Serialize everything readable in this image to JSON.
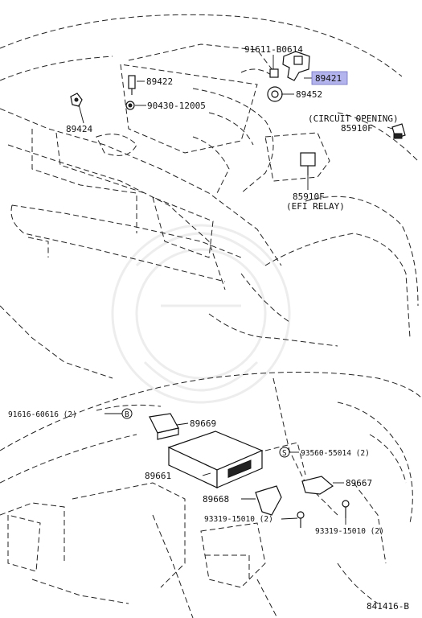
{
  "parts": {
    "p91611": "91611-B0614",
    "p89422": "89422",
    "p89421": "89421",
    "p90430": "90430-12005",
    "p89452": "89452",
    "p89424": "89424",
    "circuit_opening": "(CIRCUIT OPENING)",
    "p85910f_top": "85910F",
    "p85910f_efi": "85910F",
    "efi_relay": "(EFI RELAY)",
    "p91616": "91616-60616 (2)",
    "marker_b": "B",
    "p89669": "89669",
    "marker_s": "S",
    "p93560": "93560-55014 (2)",
    "p89661": "89661",
    "p89667": "89667",
    "p89668": "89668",
    "p93319_left": "93319-15010 (2)",
    "p93319_right": "93319-15010 (2)"
  },
  "highlight_color": "#b3b3ee",
  "footer": {
    "diagram_id": "841416-B"
  }
}
